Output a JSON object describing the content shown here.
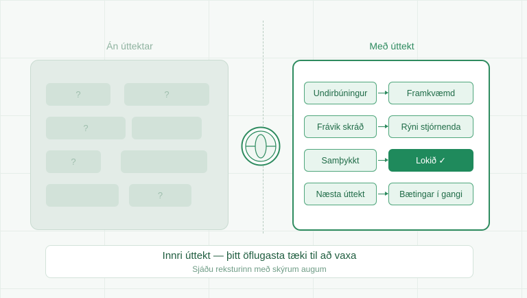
{
  "left_panel": {
    "title": "Án úttektar",
    "placeholders": [
      "?",
      "?",
      "?",
      "",
      "?",
      "",
      "",
      "?"
    ]
  },
  "right_panel": {
    "title": "Með úttekt",
    "rows": [
      {
        "left": "Undirbúningur",
        "right": "Framkvæmd"
      },
      {
        "left": "Frávik skráð",
        "right": "Rýni stjórnenda"
      },
      {
        "left": "Samþykkt",
        "right": "Lokið ✓"
      },
      {
        "left": "Næsta úttekt",
        "right": "Bætingar í gangi"
      }
    ],
    "highlighted_step": "Lokið ✓"
  },
  "center_icon": "lens-icon",
  "footer": {
    "title": "Innri úttekt — þitt öflugasta tæki til að vaxa",
    "subtitle": "Sjáðu reksturinn með skýrum augum"
  },
  "colors": {
    "accent": "#2e8b5f",
    "done_fill": "#1f8a5c",
    "muted": "#8fb3a0",
    "background": "#f6f9f7"
  }
}
